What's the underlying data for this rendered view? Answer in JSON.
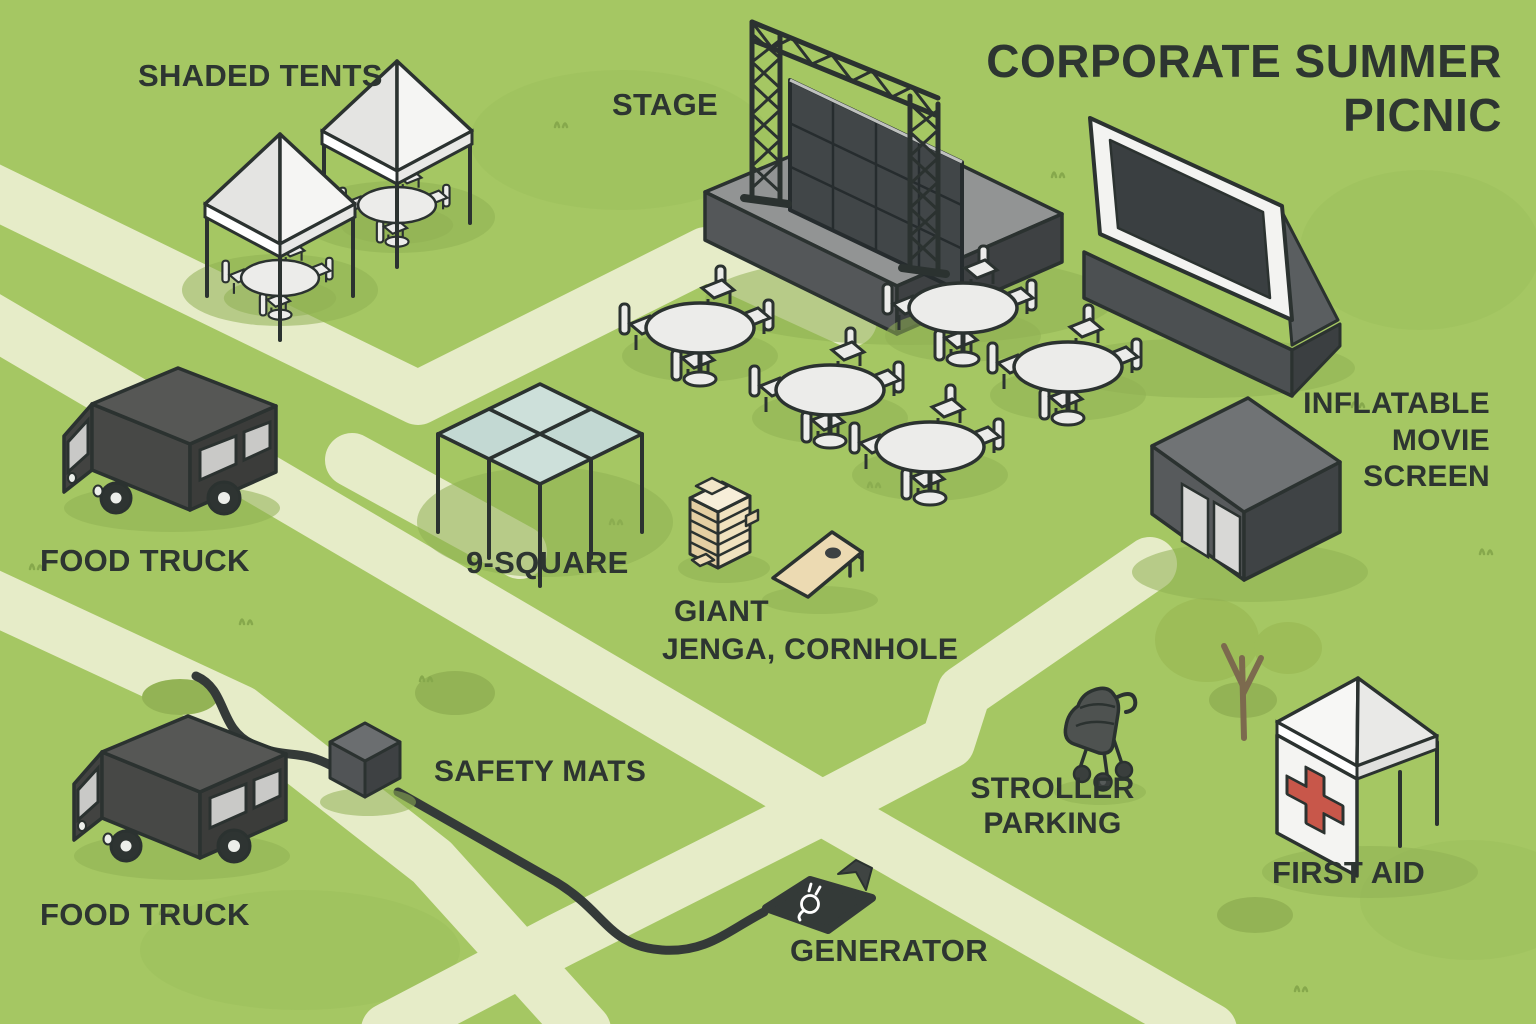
{
  "map_title": "CORPORATE SUMMER\nPICNIC",
  "labels": [
    {
      "id": "shaded-tents",
      "text": "SHADED TENTS"
    },
    {
      "id": "stage",
      "text": "STAGE"
    },
    {
      "id": "inflatable-movie-screen",
      "text": "INFLATABLE\nMOVIE\nSCREEN"
    },
    {
      "id": "food-truck-north",
      "text": "FOOD TRUCK"
    },
    {
      "id": "nine-square",
      "text": "9-SQUARE"
    },
    {
      "id": "giant-jenga-cornhole",
      "text": "GIANT\nJENGA, CORNHOLE"
    },
    {
      "id": "safety-mats",
      "text": "SAFETY MATS"
    },
    {
      "id": "stroller-parking",
      "text": "STROLLER\nPARKING"
    },
    {
      "id": "first-aid",
      "text": "FIRST AID"
    },
    {
      "id": "food-truck-south",
      "text": "FOOD TRUCK"
    },
    {
      "id": "generator",
      "text": "GENERATOR"
    }
  ],
  "colors": {
    "grass": "#a5c763",
    "walking_path": "#e6ecc8",
    "label_text": "#2d3531",
    "outline": "#2b3230",
    "first_aid_cross": "#c8574a",
    "nine_square_panel": "#cadfd9",
    "wood_tan": "#ecdab2",
    "structure_dark": "#3f4345",
    "canopy_white": "#f5f5f3"
  },
  "objects": [
    "shaded-tents",
    "stage-with-led-screen",
    "inflatable-movie-screen",
    "storage-container",
    "round-tables-with-chairs",
    "nine-square-frame",
    "giant-jenga",
    "cornhole-board",
    "food-trucks",
    "safety-mats-cube",
    "generator-pad",
    "power-cable",
    "stroller",
    "bare-tree",
    "first-aid-tent",
    "walking-paths"
  ]
}
